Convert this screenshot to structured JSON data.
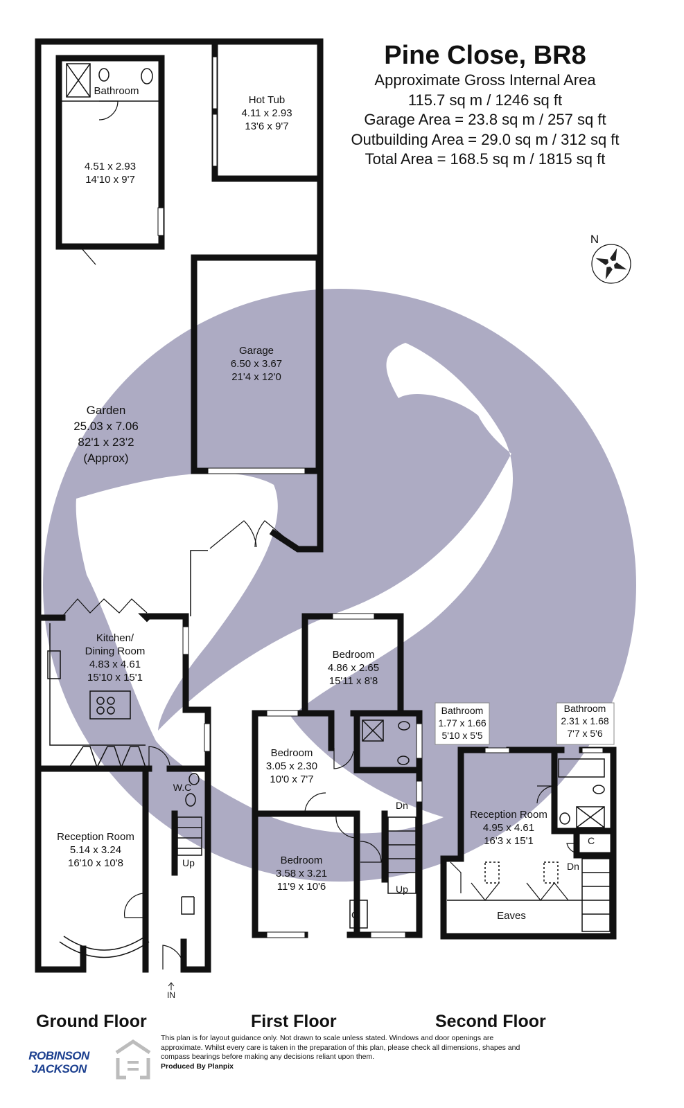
{
  "title": {
    "heading": "Pine Close, BR8",
    "gross_label": "Approximate Gross Internal Area",
    "gross_value": "115.7 sq m / 1246 sq ft",
    "garage_area": "Garage Area = 23.8 sq m / 257 sq ft",
    "outbuilding_area": "Outbuilding Area = 29.0 sq m / 312 sq ft",
    "total_area": "Total Area =  168.5 sq m / 1815 sq ft"
  },
  "compass": {
    "label": "N"
  },
  "rooms": {
    "outbuilding_bathroom": {
      "name": "Bathroom"
    },
    "outbuilding": {
      "metric": "4.51 x 2.93",
      "imperial": "14'10 x 9'7"
    },
    "hot_tub": {
      "name": "Hot Tub",
      "metric": "4.11 x 2.93",
      "imperial": "13'6 x 9'7"
    },
    "garage": {
      "name": "Garage",
      "metric": "6.50 x 3.67",
      "imperial": "21'4 x 12'0"
    },
    "garden": {
      "name": "Garden",
      "metric": "25.03 x 7.06",
      "imperial": "82'1 x 23'2",
      "note": "(Approx)"
    },
    "kitchen": {
      "name_line1": "Kitchen/",
      "name_line2": "Dining Room",
      "metric": "4.83 x 4.61",
      "imperial": "15'10 x 15'1"
    },
    "wc": {
      "name": "W.C"
    },
    "reception_ground": {
      "name": "Reception Room",
      "metric": "5.14 x 3.24",
      "imperial": "16'10 x 10'8"
    },
    "bedroom_top": {
      "name": "Bedroom",
      "metric": "4.86 x 2.65",
      "imperial": "15'11 x 8'8"
    },
    "bedroom_mid": {
      "name": "Bedroom",
      "metric": "3.05 x 2.30",
      "imperial": "10'0 x 7'7"
    },
    "bedroom_low": {
      "name": "Bedroom",
      "metric": "3.58 x 3.21",
      "imperial": "11'9 x 10'6"
    },
    "bathroom_first": {
      "name": "Bathroom",
      "metric": "1.77 x 1.66",
      "imperial": "5'10 x 5'5"
    },
    "bathroom_second": {
      "name": "Bathroom",
      "metric": "2.31 x 1.68",
      "imperial": "7'7 x 5'6"
    },
    "reception_second": {
      "name": "Reception Room",
      "metric": "4.95 x 4.61",
      "imperial": "16'3 x 15'1"
    },
    "eaves": {
      "name": "Eaves"
    }
  },
  "markers": {
    "up_ground": "Up",
    "in": "IN",
    "dn_first": "Dn",
    "up_first": "Up",
    "cupboard_first": "C",
    "cupboard_second": "C",
    "dn_second": "Dn"
  },
  "floors": [
    "Ground Floor",
    "First Floor",
    "Second Floor"
  ],
  "disclaimer": {
    "text": "This plan is for layout guidance only. Not drawn to scale unless stated. Windows and door openings are approximate. Whilst every care is taken in the preparation of this plan, please check all dimensions, shapes and compass bearings before making any decisions reliant upon them.",
    "produced_by": "Produced By Planpix"
  },
  "branding": {
    "agent_line1": "ROBINSON",
    "agent_line2": "JACKSON"
  },
  "colors": {
    "watermark": "#a9a7c0",
    "walls": "#111111",
    "agent_brand": "#1b3f8f"
  }
}
